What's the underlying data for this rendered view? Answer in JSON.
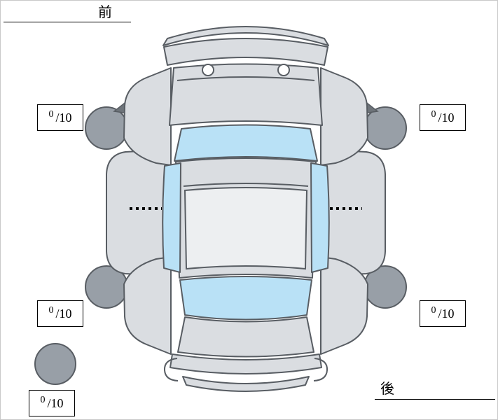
{
  "diagram": {
    "front_label": "前",
    "rear_label": "後"
  },
  "tire_scores": [
    {
      "position": "front-left",
      "value": "0",
      "denominator": "/10"
    },
    {
      "position": "front-right",
      "value": "0",
      "denominator": "/10"
    },
    {
      "position": "rear-left",
      "value": "0",
      "denominator": "/10"
    },
    {
      "position": "rear-right",
      "value": "0",
      "denominator": "/10"
    },
    {
      "position": "spare",
      "value": "0",
      "denominator": "/10"
    }
  ],
  "colors": {
    "background": "#ffffff",
    "body": "#dadde1",
    "roof": "#edeff1",
    "window": "#b9e1f6",
    "tire": "#989fa7",
    "outline": "#585d63",
    "line": "#000000"
  }
}
